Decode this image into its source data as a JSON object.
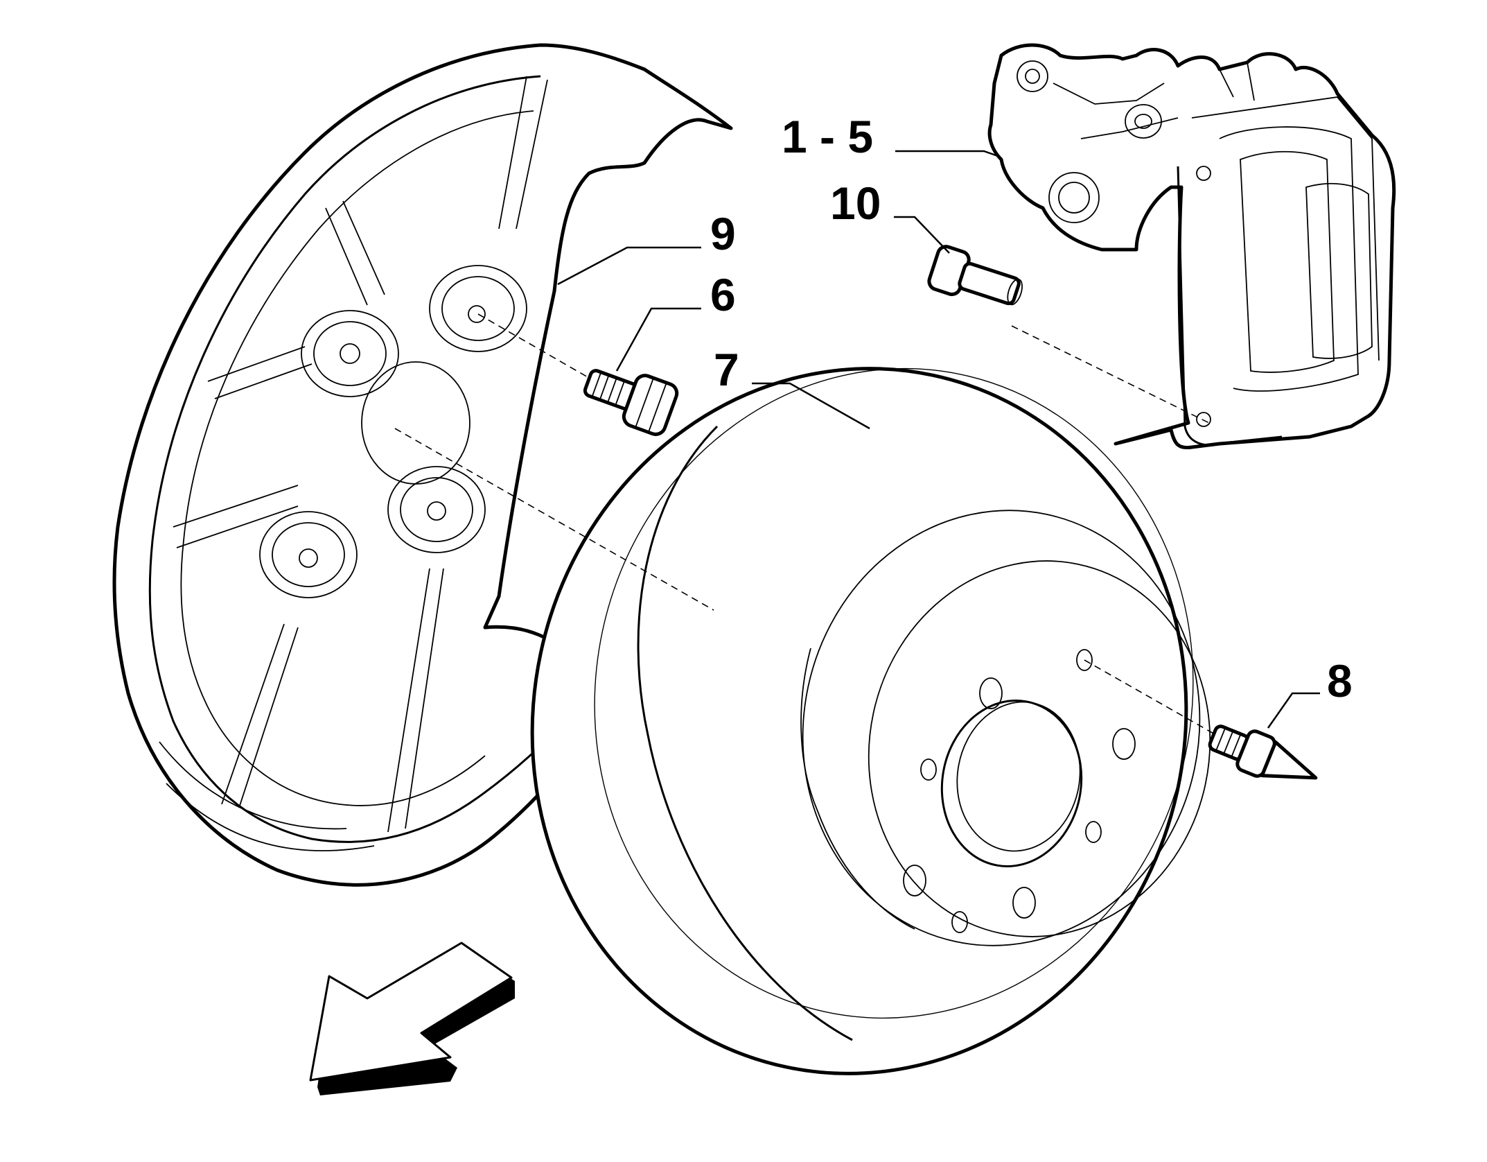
{
  "callouts": {
    "caliper": "1 - 5",
    "caliper_bolt": "10",
    "dust_shield": "9",
    "shield_screw": "6",
    "brake_disc": "7",
    "disc_stud": "8"
  },
  "icons": {
    "direction_arrow": "front-direction-arrow-icon"
  },
  "colors": {
    "line": "#000000",
    "background": "#ffffff"
  }
}
